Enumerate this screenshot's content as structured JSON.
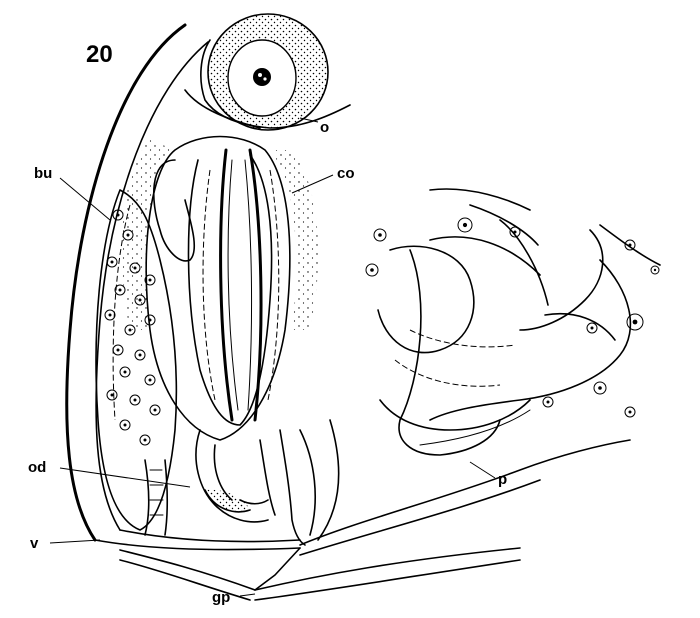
{
  "figure": {
    "number": "20",
    "labels": {
      "o": "o",
      "bu": "bu",
      "co": "co",
      "od": "od",
      "v": "v",
      "gp": "gp",
      "p": "p"
    }
  }
}
